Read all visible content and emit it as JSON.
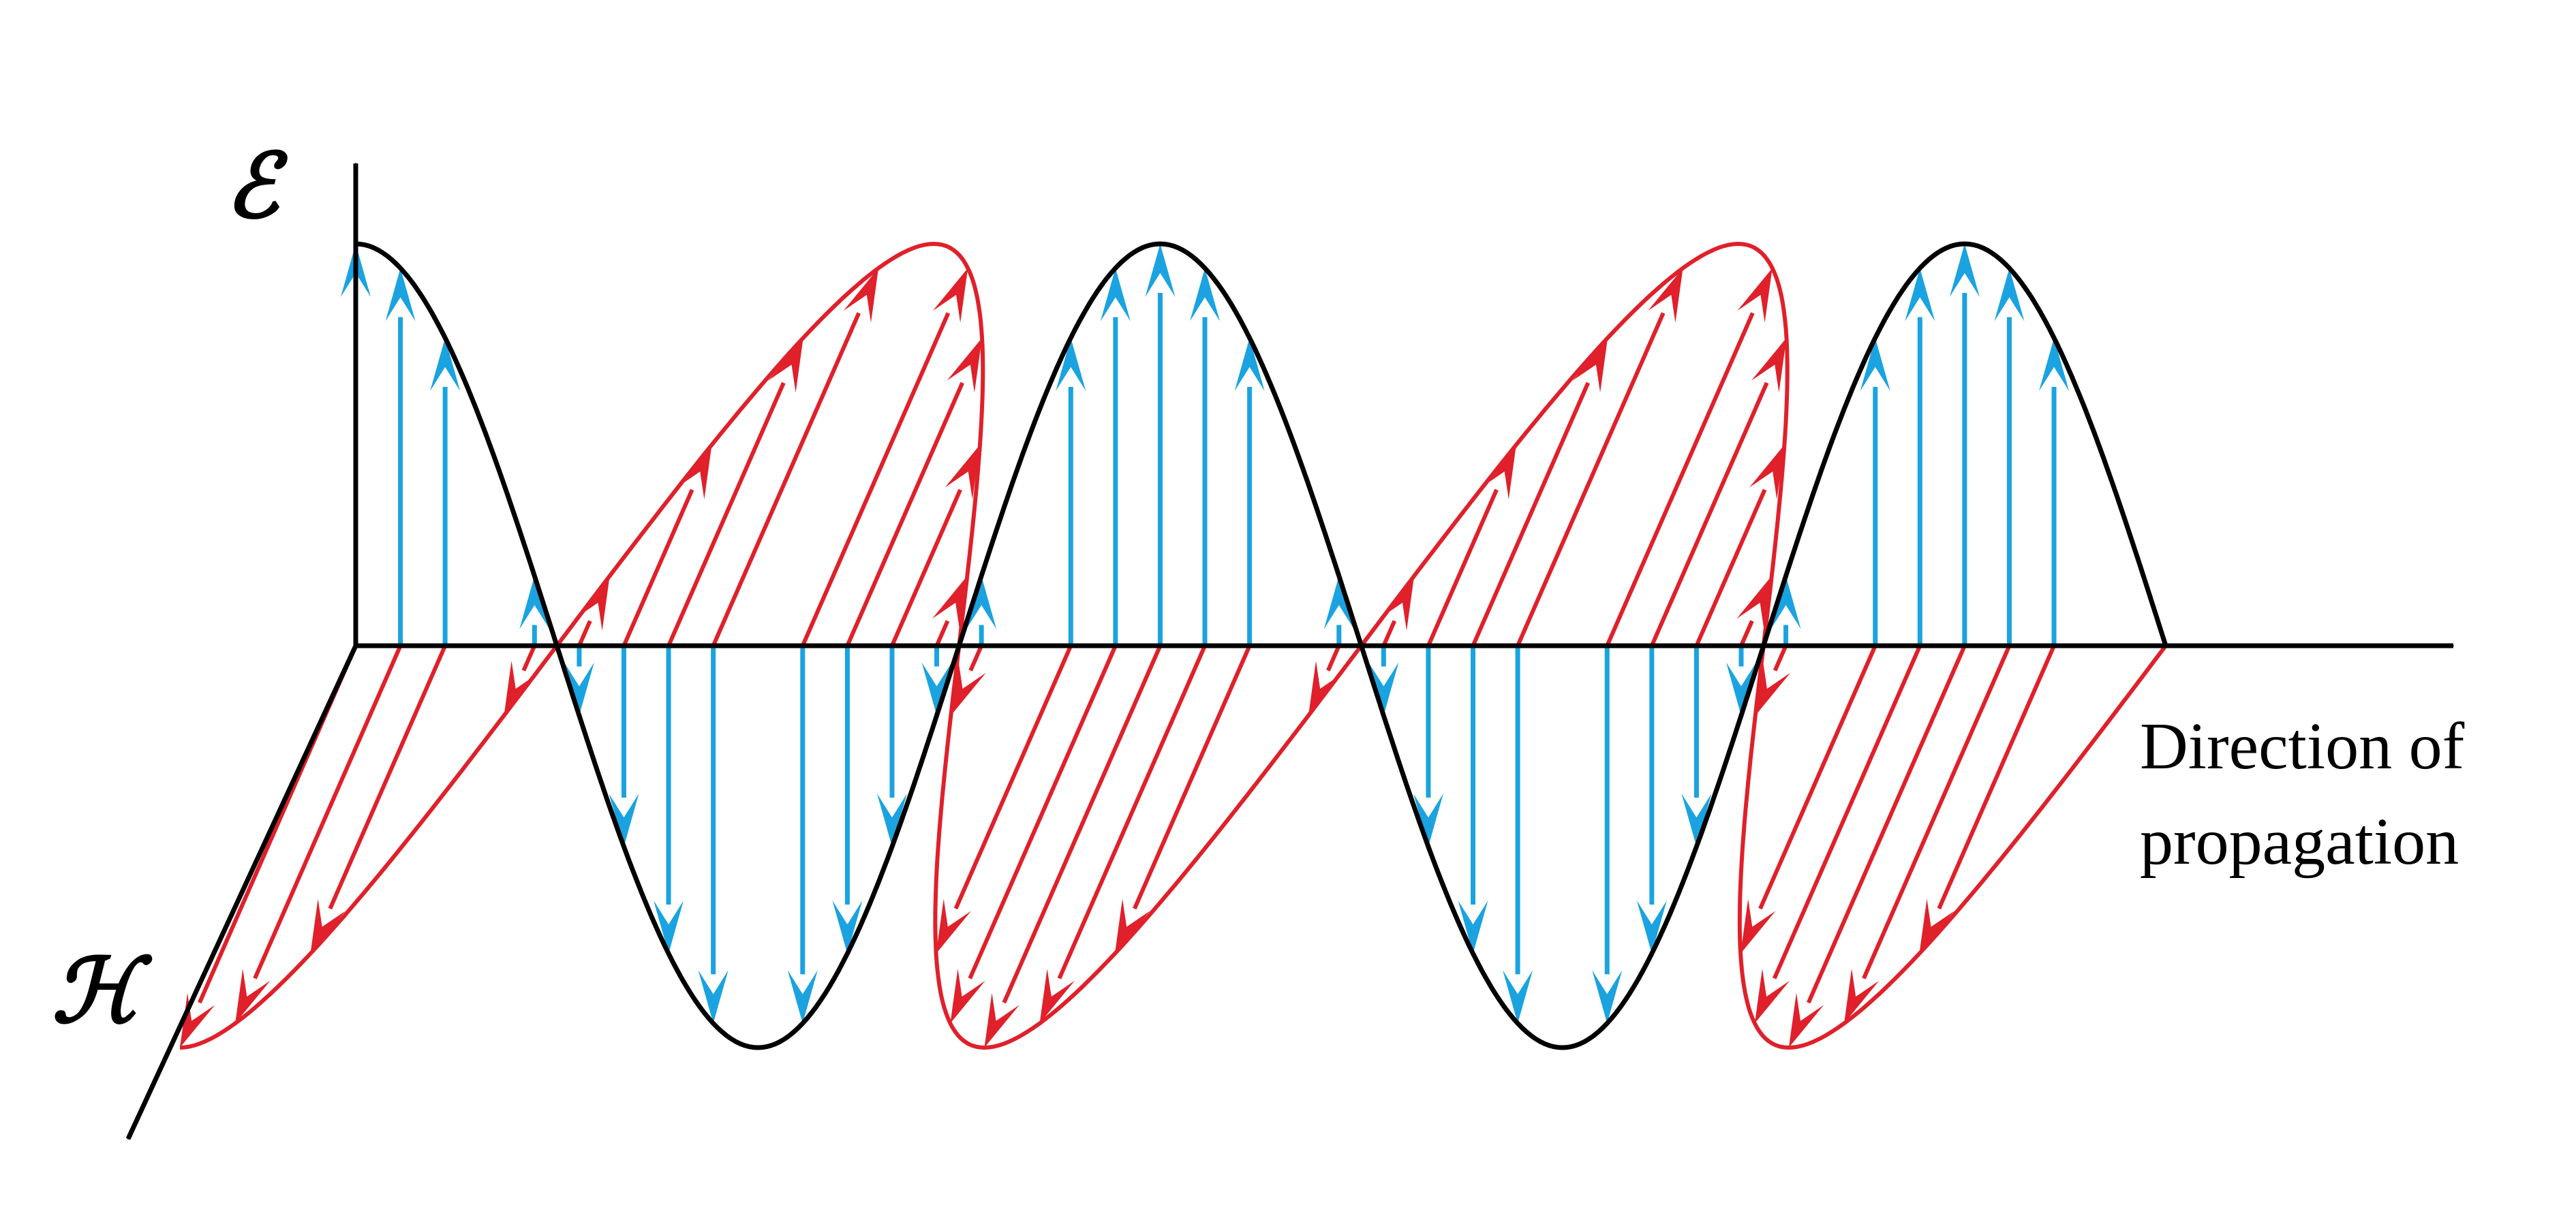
{
  "labels": {
    "e_axis": "ℰ",
    "h_axis": "ℋ",
    "direction_line1": "Direction of",
    "direction_line2": "propagation"
  },
  "colors": {
    "axis": "#000000",
    "e_curve": "#000000",
    "e_vectors": "#1aa3e0",
    "h_field": "#e0202a"
  },
  "wave": {
    "periods": 2.25,
    "e_vector_phases_deg": [
      0,
      20,
      40,
      80,
      100,
      120,
      140,
      160,
      200,
      220,
      240,
      260,
      280,
      320,
      340,
      360,
      380,
      400,
      440,
      460,
      480,
      500,
      520,
      560,
      580,
      600,
      620,
      640,
      680,
      700,
      720,
      740,
      760
    ],
    "h_vector_phases_deg": [
      0,
      20,
      40,
      80,
      100,
      120,
      140,
      160,
      200,
      220,
      240,
      260,
      280,
      320,
      340,
      360,
      380,
      400,
      440,
      460,
      480,
      500,
      520,
      560,
      580,
      600,
      620,
      640,
      680,
      700,
      720,
      740,
      760
    ]
  }
}
